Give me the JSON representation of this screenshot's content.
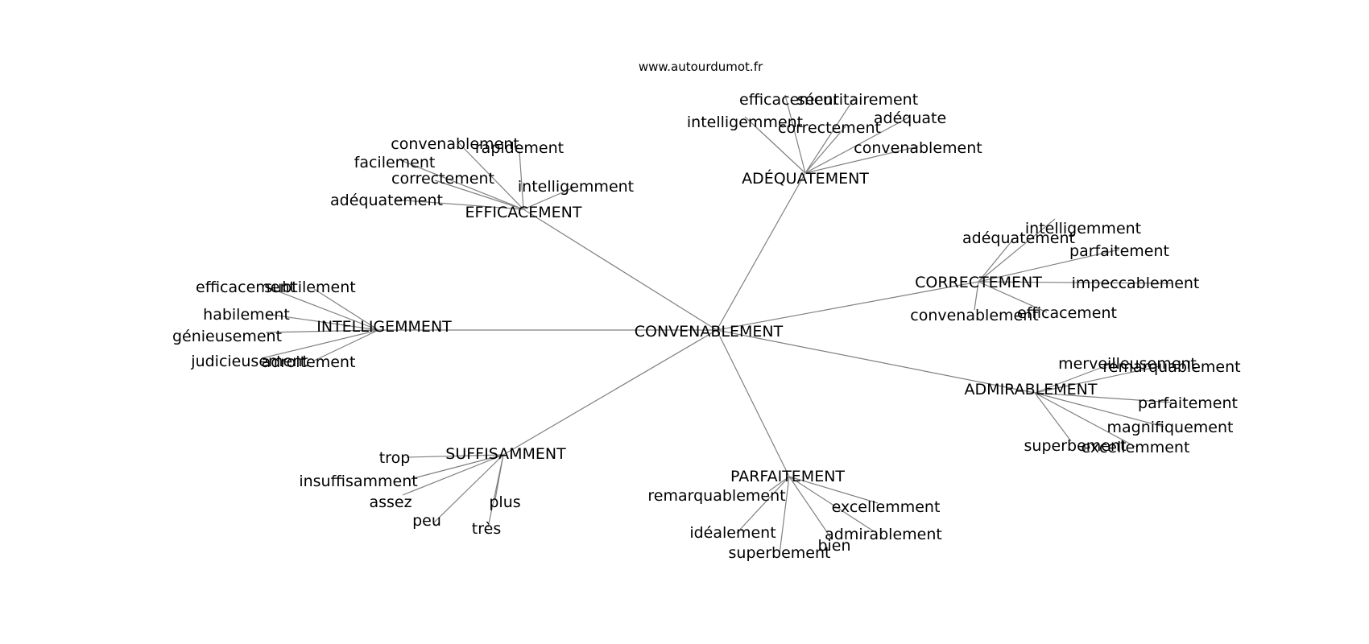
{
  "source": "www.autourdumot.fr",
  "center": "CONVENABLEMENT",
  "clusters": [
    {
      "label": "EFFICACEMENT",
      "words": [
        "convenablement",
        "rapidement",
        "facilement",
        "correctement",
        "intelligemment",
        "adéquatement"
      ]
    },
    {
      "label": "ADÉQUATEMENT",
      "words": [
        "efficacement",
        "sécuritairement",
        "intelligemment",
        "correctement",
        "adéquate",
        "convenablement"
      ]
    },
    {
      "label": "CORRECTEMENT",
      "words": [
        "intelligemment",
        "adéquatement",
        "parfaitement",
        "impeccablement",
        "convenablement",
        "efficacement"
      ]
    },
    {
      "label": "ADMIRABLEMENT",
      "words": [
        "merveilleusement",
        "remarquablement",
        "parfaitement",
        "magnifiquement",
        "superbement",
        "excellemment"
      ]
    },
    {
      "label": "PARFAITEMENT",
      "words": [
        "remarquablement",
        "excellemment",
        "idéalement",
        "admirablement",
        "superbement",
        "bien"
      ]
    },
    {
      "label": "SUFFISAMMENT",
      "words": [
        "trop",
        "insuffisamment",
        "assez",
        "plus",
        "peu",
        "très"
      ]
    },
    {
      "label": "INTELLIGEMMENT",
      "words": [
        "efficacement",
        "subtilement",
        "habilement",
        "génieusement",
        "judicieusement",
        "adroitement"
      ]
    }
  ]
}
